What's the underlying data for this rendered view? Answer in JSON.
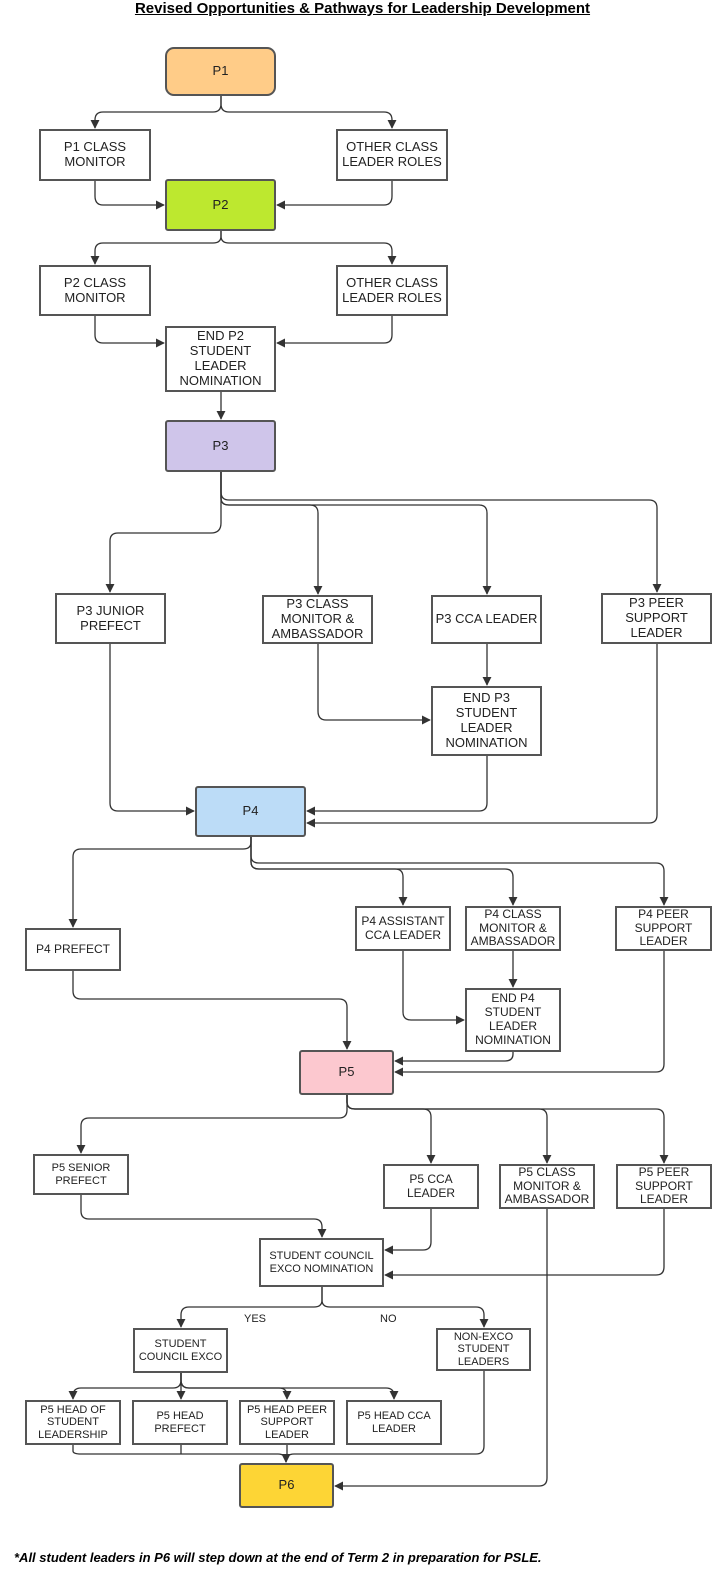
{
  "title": "Revised Opportunities & Pathways for Leadership Development",
  "footnote": "*All student leaders in P6 will step down at the end of Term 2 in preparation for PSLE.",
  "colors": {
    "p1": "#ffcc88",
    "p2": "#bde82f",
    "p3": "#cfc5ea",
    "p4": "#bcdcf7",
    "p5": "#fcc8cf",
    "p6": "#fdd535",
    "line": "#333333"
  },
  "nodes": {
    "p1": "P1",
    "p1_monitor": "P1 CLASS MONITOR",
    "p1_other": "OTHER CLASS LEADER ROLES",
    "p2": "P2",
    "p2_monitor": "P2 CLASS MONITOR",
    "p2_other": "OTHER CLASS LEADER ROLES",
    "p2_nom": "END P2 STUDENT LEADER NOMINATION",
    "p3": "P3",
    "p3_junior": "P3 JUNIOR PREFECT",
    "p3_monitor": "P3 CLASS MONITOR & AMBASSADOR",
    "p3_cca": "P3 CCA LEADER",
    "p3_peer": "P3 PEER SUPPORT LEADER",
    "p3_nom": "END P3 STUDENT LEADER NOMINATION",
    "p4": "P4",
    "p4_prefect": "P4 PREFECT",
    "p4_asst": "P4 ASSISTANT CCA LEADER",
    "p4_monitor": "P4 CLASS MONITOR & AMBASSADOR",
    "p4_peer": "P4 PEER SUPPORT LEADER",
    "p4_nom": "END P4 STUDENT LEADER NOMINATION",
    "p5": "P5",
    "p5_senior": "P5 SENIOR PREFECT",
    "p5_cca": "P5 CCA LEADER",
    "p5_monitor": "P5 CLASS MONITOR & AMBASSADOR",
    "p5_peer": "P5 PEER SUPPORT LEADER",
    "sc_nom": "STUDENT COUNCIL EXCO NOMINATION",
    "sc_exco": "STUDENT COUNCIL EXCO",
    "non_exco": "NON-EXCO STUDENT LEADERS",
    "head_sl": "P5 HEAD OF STUDENT LEADERSHIP",
    "head_prefect": "P5 HEAD PREFECT",
    "head_peer": "P5 HEAD PEER SUPPORT LEADER",
    "head_cca": "P5 HEAD CCA LEADER",
    "p6": "P6"
  },
  "edge_labels": {
    "yes": "YES",
    "no": "NO"
  }
}
